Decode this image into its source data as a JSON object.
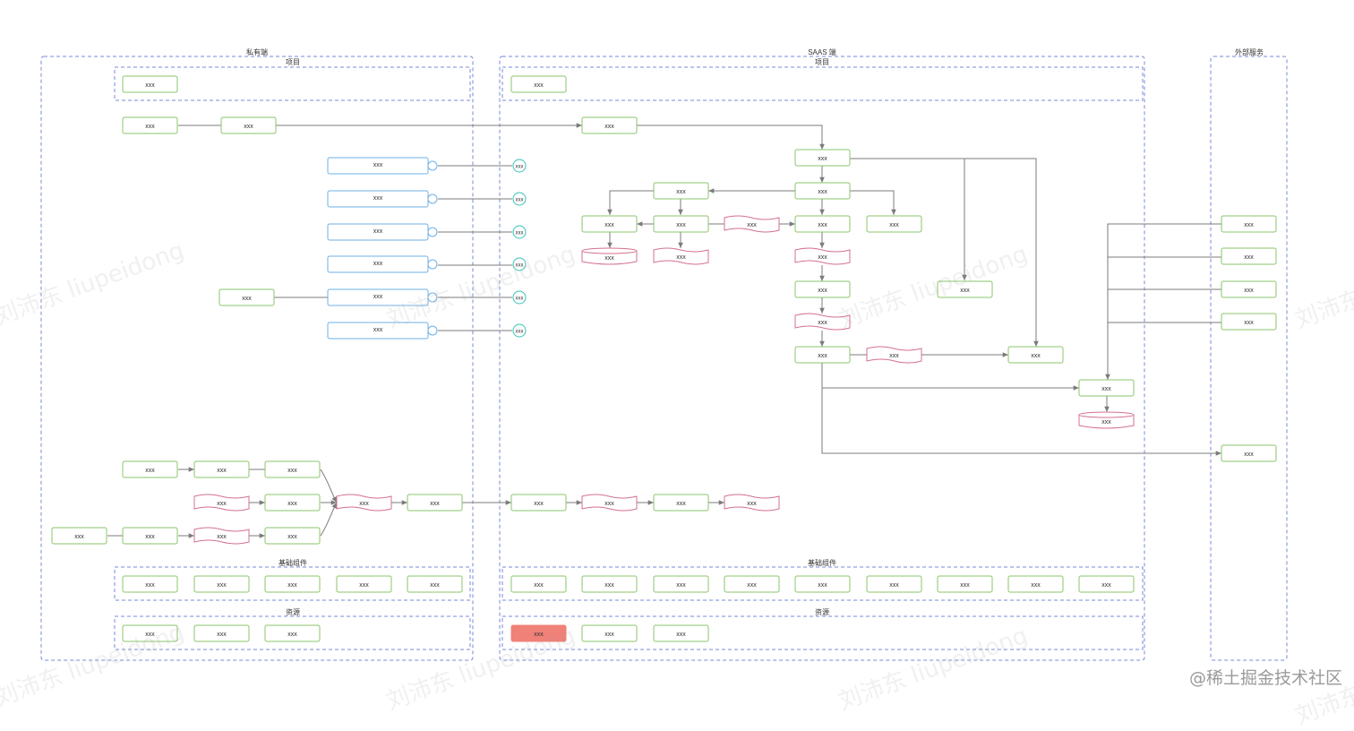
{
  "regions": {
    "private": "私有端",
    "saas": "SAAS 端",
    "external": "外部服务"
  },
  "groups": {
    "project": "项目",
    "base_components": "基础组件",
    "resources": "资源"
  },
  "node_text": "xxx",
  "watermark": "刘沛东 liupeidong",
  "footer_brand": "@稀土掘金技术社区",
  "colors": {
    "process_border": "#8bc46b",
    "data_border": "#d4708e",
    "interface_border": "#6fb1e6",
    "circle_border": "#36c3b8",
    "group_border": "#7a8ad8",
    "edge": "#7b7b7b",
    "highlight_fill": "#ef8178"
  }
}
